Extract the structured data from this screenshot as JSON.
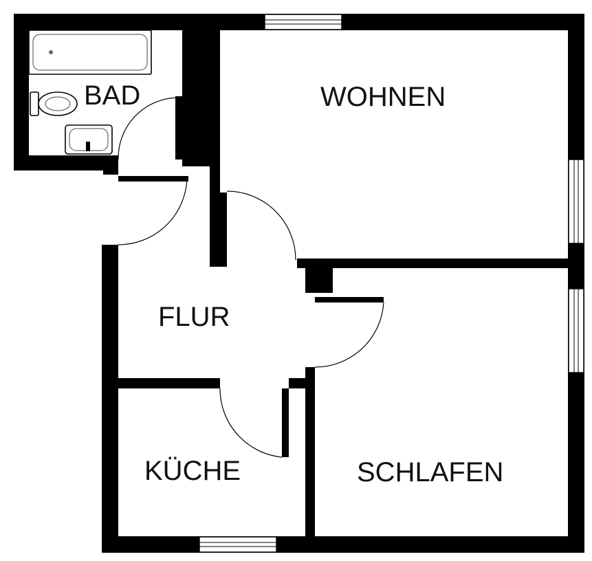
{
  "rooms": {
    "bad": "BAD",
    "wohnen": "WOHNEN",
    "flur": "FLUR",
    "kueche": "KÜCHE",
    "schlafen": "SCHLAFEN"
  },
  "colors": {
    "wall": "#000000",
    "background": "#ffffff",
    "label": "#111111"
  },
  "fixtures": [
    "bathtub",
    "toilet",
    "washbasin"
  ]
}
